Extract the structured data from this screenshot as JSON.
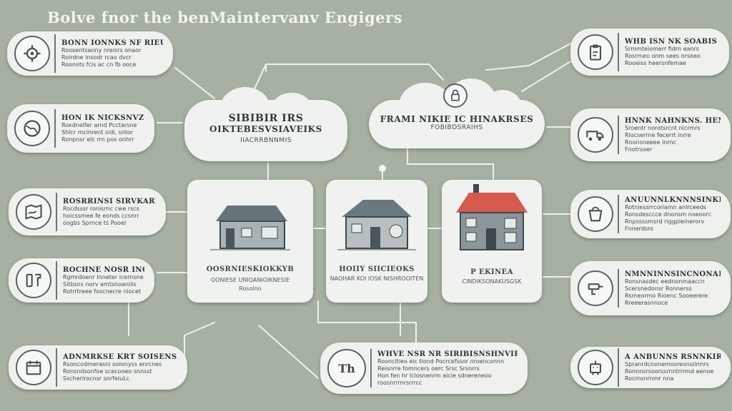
{
  "title": "Bolve fnor the benMaintervanv Engigers",
  "left_pills": [
    {
      "heading": "BONN IONNKS NF RIEUNONI",
      "lines": [
        "Rooxentsanny nreisrs onaor",
        "Roirdne insodr rcao dvcr",
        "Roonots fcis ac cn fb ooce"
      ],
      "icon": "gear-head-icon"
    },
    {
      "heading": "HON IK NICKSNVZI IRCKEEN",
      "lines": [
        "Roxdnelfer arnd Pcctarsne",
        "Shlcr mcinrent sidi, sntor",
        "Ronpnsr elc rrn pos onhrr"
      ],
      "icon": "globe-icon"
    },
    {
      "heading": "ROSRRINSI SIRVKARIIOS",
      "lines": [
        "Rocdsssr ronisrnc cwe rscs",
        "hoicssmee fe eonds ccsnrr",
        "oogbs Sprnce ts Pooel"
      ],
      "icon": "map-icon"
    },
    {
      "heading": "ROCHNE NOSR INCRCHE",
      "lines": [
        "Rgmrdoenr Inneter icernsne",
        "Sitbsns norv amtsnoanilis",
        "Rotrrtreee foscnecre niocet"
      ],
      "icon": "tools-icon"
    },
    {
      "heading": "ADNMRKSE KRT SOISENSIS",
      "lines": [
        "Rsoncodmerasni oolonyss enrcnes",
        "Ronsndsonfoe scecooeo snnsst",
        "Sscherirocnsr snrfeiuLc"
      ],
      "icon": "calendar-icon"
    }
  ],
  "right_pills": [
    {
      "heading": "WHB ISN NK SOABIS IRSHO",
      "lines": [
        "Srmmteiomerr fidrn eanrs",
        "Rosrmeo onm sees nrsoeo",
        "Rooeiss heersnfemae"
      ],
      "icon": "clipboard-icon"
    },
    {
      "heading": "HNNK NAHNKNS. HENVNE. IRS",
      "lines": [
        "Sroentr norotsrcnt nicrmrs",
        "Rlocserrne fecerrt inrre",
        "Rnonsneeee lnrnc",
        "Fnotrsoer"
      ],
      "icon": "van-icon"
    },
    {
      "heading": "ANUUNNLKNNNSINKRAIE",
      "lines": [
        "Rotniessrrcoriamn anlrceeds",
        "Ronsdesccce dnonsm noeoorc",
        "Rnpssssmsrd riggpleinerorv",
        "Fnnerdsro"
      ],
      "icon": "bucket-icon"
    },
    {
      "heading": "NMNNINNSINCNONAKSIS",
      "lines": [
        "Ronsnasdec eednonmaaccn",
        "Scersnedonsr Ronnerss",
        "Rsmeormo Rioenc Sooeerere",
        "Rreeerasnnoce"
      ],
      "icon": "drill-icon"
    },
    {
      "heading": "A ANBUNNS RSNNKIRS",
      "lines": [
        "Spranrdcnonemosreonsiirmrs",
        "Ronnnsrsoorssrnntrrrmd eenoe",
        "Rocmsnrnmr nna"
      ],
      "icon": "robot-icon"
    }
  ],
  "bottom_pill": {
    "heading": "WHVE NSR NR SIRIBISNSHNVIRKS",
    "lines": [
      "Rooncitieo eic tiond Pocrcefssor nroenconnn",
      "Reisnrre fomncers oerc Srsc Srsnrrs",
      "Hon fen hr lclosnenrm aicie sdnereneoo",
      "roosnrrrnrsrrrcc"
    ],
    "icon": "shop-icon",
    "badge": "Th"
  },
  "clouds": {
    "left": {
      "title": "SIBIBIR IRS",
      "subtitle_1": "OIKTEBESVSIAVEIKS",
      "subtitle_2": "IIACRRBNNMIS"
    },
    "right": {
      "title": "FRAMI NIKIE IC HINAKRSES",
      "subtitle_1": "FOBIBDSRAIHS"
    }
  },
  "cards": [
    {
      "heading": "OOSRNIESKIOKKYB",
      "line_1": "OONIESE UNIOANIOIKNESIE",
      "line_2": "Rosolno",
      "roof": "#66737a",
      "wall": "#a9b2b4"
    },
    {
      "heading": "HOIIY SIICIEOKS",
      "line_1": "NAOHAR KOI IOSK NISHROOITEN",
      "line_2": "",
      "roof": "#6a7880",
      "wall": "#b7bfc1"
    },
    {
      "heading": "P EKINEA",
      "line_1": "CINDIKSONAKUSGSK",
      "line_2": "",
      "roof": "#d5594c",
      "wall": "#8c969a"
    }
  ],
  "colors": {
    "background": "#a6b1a3",
    "panel": "#eef1ec",
    "wire": "#f3f5f1",
    "accent": "#d5594c"
  }
}
